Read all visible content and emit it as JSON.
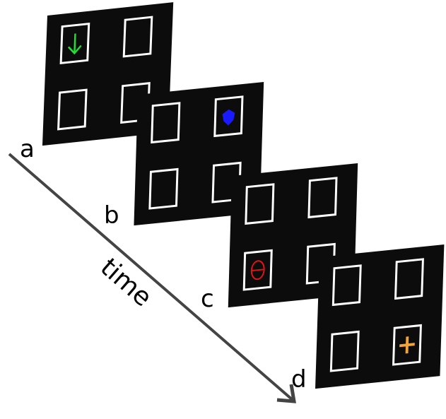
{
  "labels": {
    "a": "a",
    "b": "b",
    "c": "c",
    "d": "d"
  },
  "time_label": "time",
  "colors": {
    "panel": "#0c0c0c",
    "box": "#ffffff",
    "arrow": "#444444",
    "green_arrow": "#22dd33",
    "blue_shape": "#1a1aff",
    "red_theta": "#e01515",
    "orange_plus": "#f2a33a"
  },
  "panels": [
    {
      "label": "a",
      "cue": "down-arrow",
      "cue_position": "top-left"
    },
    {
      "label": "b",
      "cue": "blue-shield",
      "cue_position": "top-right"
    },
    {
      "label": "c",
      "cue": "theta-circle",
      "cue_position": "bottom-left"
    },
    {
      "label": "d",
      "cue": "plus",
      "cue_position": "bottom-right"
    }
  ]
}
